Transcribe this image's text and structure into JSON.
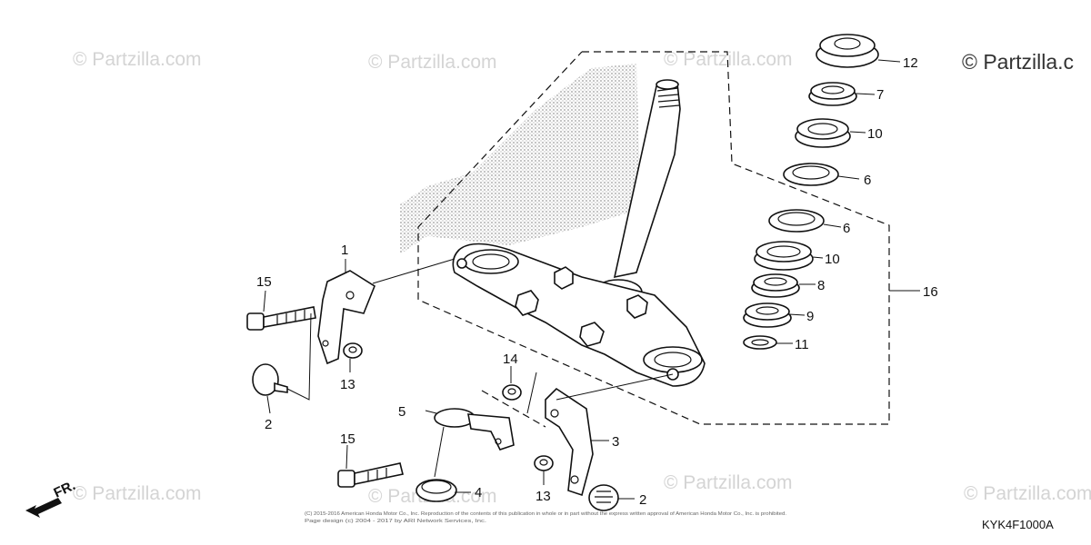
{
  "diagram_code": "KYK4F1000A",
  "watermarks": [
    "© Partzilla.com",
    "© Partzilla.com",
    "© Partzilla.com",
    "© Partzilla.com",
    "© Partzilla.com",
    "© Partzilla.com",
    "© Partzilla.com"
  ],
  "watermark_main": "© Partzilla.c",
  "direction_label": "FR.",
  "copyright_line1": "(C) 2015-2016 American Honda Motor Co., Inc. Reproduction of the contents of this publication in whole or in part without the express written approval of American Honda Motor Co., Inc. is prohibited.",
  "copyright_line2": "Page design (c) 2004 - 2017 by ARI Network Services, Inc.",
  "callouts": [
    "12",
    "7",
    "10",
    "6",
    "6",
    "10",
    "8",
    "9",
    "11",
    "16",
    "1",
    "15",
    "13",
    "2",
    "14",
    "5",
    "3",
    "15",
    "4",
    "13",
    "2"
  ]
}
